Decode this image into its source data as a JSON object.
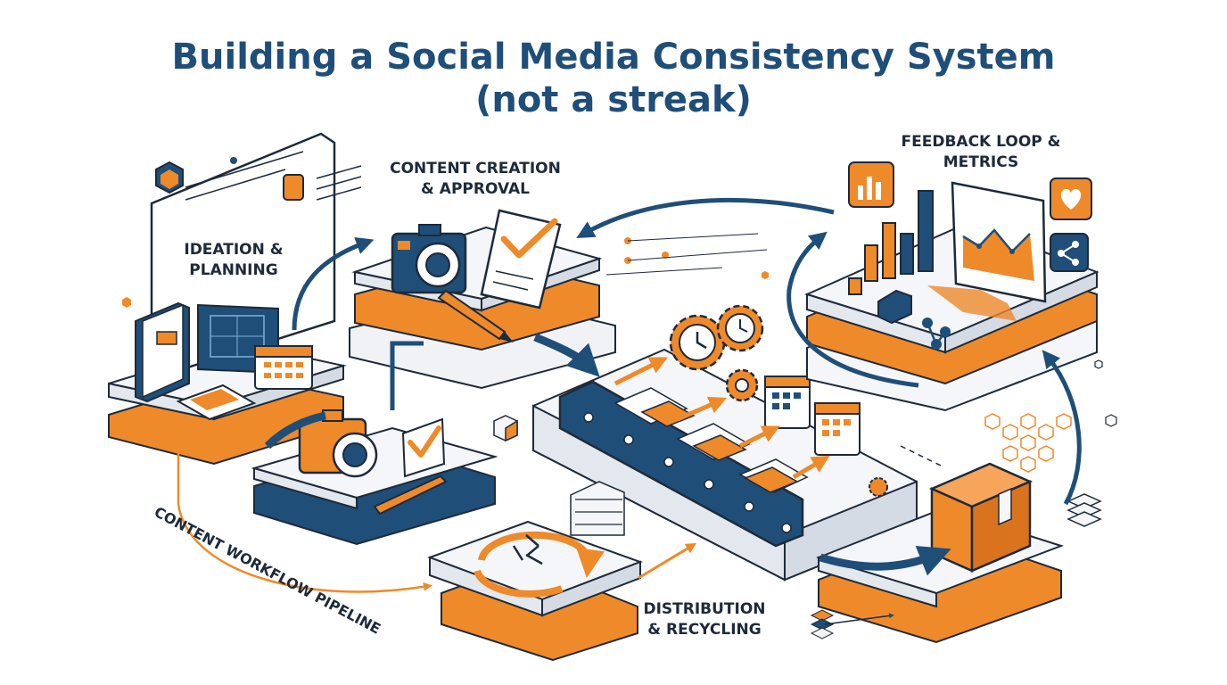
{
  "title": {
    "line1": "Building a Social Media Consistency System",
    "line2": "(not a streak)"
  },
  "stages": {
    "ideation": {
      "line1": "IDEATION &",
      "line2": "PLANNING"
    },
    "creation": {
      "line1": "CONTENT CREATION",
      "line2": "& APPROVAL"
    },
    "feedback": {
      "line1": "FEEDBACK LOOP &",
      "line2": "METRICS"
    },
    "distribution": {
      "line1": "DISTRIBUTION",
      "line2": "& RECYCLING"
    },
    "pipeline": "CONTENT WORKFLOW PIPELINE"
  },
  "colors": {
    "navy": "#1f4e79",
    "orange": "#ee8a2a",
    "outline": "#1e2a3a",
    "platform": "#f4f6f9"
  },
  "icons": [
    "notebook-icon",
    "blueprint-icon",
    "calendar-icon",
    "camera-icon",
    "checklist-icon",
    "pencil-icon",
    "gear-clock-icon",
    "conveyor-belt-icon",
    "recycle-icon",
    "box-icon",
    "bar-chart-icon",
    "heart-icon",
    "share-icon",
    "thumbs-up-icon"
  ]
}
